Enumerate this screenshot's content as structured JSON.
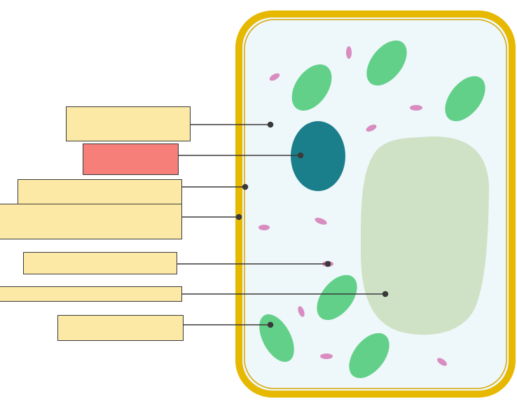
{
  "diagram": {
    "colors": {
      "cell_wall": "#e7b800",
      "cytoplasm": "#eef7f9",
      "nucleus": "#1b7f8b",
      "chloroplast": "#63d08a",
      "vacuole": "#cfe2c6",
      "organelle_small": "#d98cc0",
      "box_default": "#fde9a6",
      "box_selected": "#f77f7a",
      "leader_line": "#3a3a3a"
    },
    "icons": {
      "chloroplast": "chloroplast-icon",
      "nucleus": "nucleus-icon",
      "vacuole": "vacuole-icon",
      "mitochondrion": "mitochondrion-icon"
    },
    "labels": [
      {
        "id": "label-1",
        "text": "",
        "state": "default"
      },
      {
        "id": "label-2",
        "text": "",
        "state": "selected"
      },
      {
        "id": "label-3",
        "text": "",
        "state": "default"
      },
      {
        "id": "label-4",
        "text": "",
        "state": "default"
      },
      {
        "id": "label-5",
        "text": "",
        "state": "default"
      },
      {
        "id": "label-6",
        "text": "",
        "state": "default"
      },
      {
        "id": "label-7",
        "text": "",
        "state": "default"
      }
    ]
  }
}
